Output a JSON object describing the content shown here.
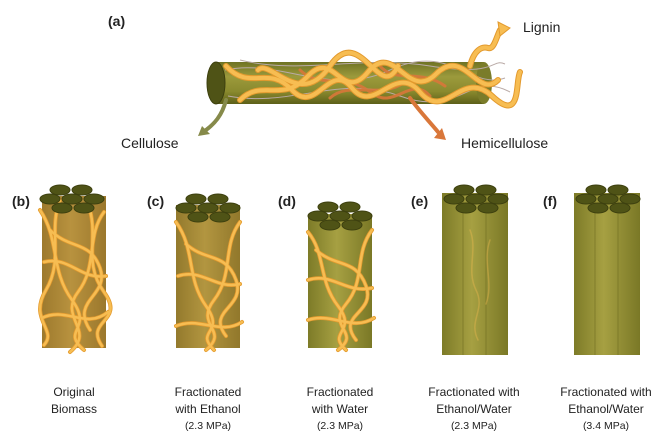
{
  "top": {
    "label": "(a)",
    "lignin": "Lignin",
    "cellulose": "Cellulose",
    "hemicellulose": "Hemicellulose"
  },
  "colors": {
    "cellulose_body": "#8a8a2e",
    "cellulose_top": "#4f5316",
    "lignin": "#f7bd52",
    "lignin_edge": "#e39a2e",
    "hemicellulose": "#d9773a",
    "cellulose_arrow": "#868a4a"
  },
  "panels": [
    {
      "label": "(b)",
      "caption": [
        "Original",
        "Biomass",
        ""
      ],
      "coverage": "heavy"
    },
    {
      "label": "(c)",
      "caption": [
        "Fractionated",
        "with Ethanol",
        "(2.3 MPa)"
      ],
      "coverage": "medium"
    },
    {
      "label": "(d)",
      "caption": [
        "Fractionated",
        "with Water",
        "(2.3 MPa)"
      ],
      "coverage": "medium"
    },
    {
      "label": "(e)",
      "caption": [
        "Fractionated with",
        "Ethanol/Water",
        "(2.3 MPa)"
      ],
      "coverage": "light"
    },
    {
      "label": "(f)",
      "caption": [
        "Fractionated with",
        "Ethanol/Water",
        "(3.4 MPa)"
      ],
      "coverage": "none"
    }
  ]
}
